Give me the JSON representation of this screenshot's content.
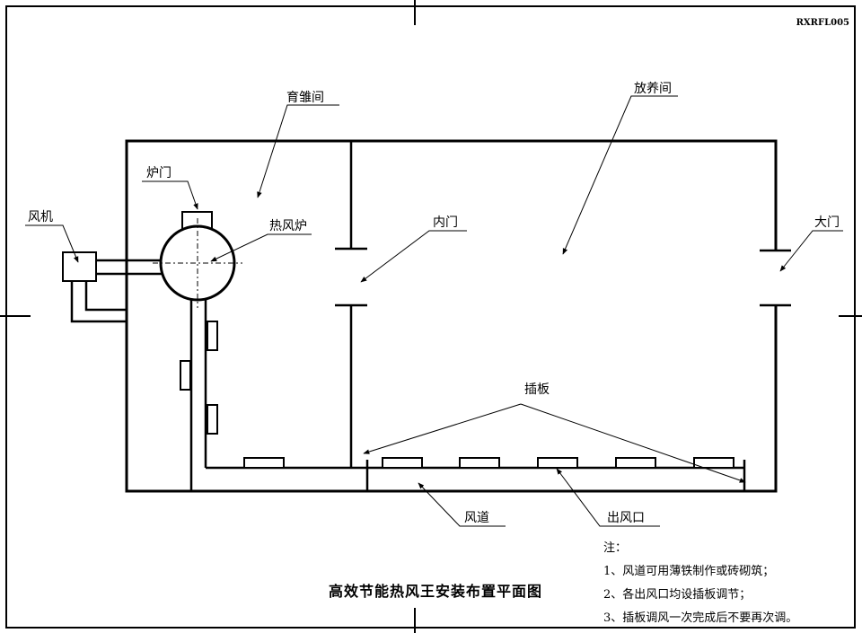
{
  "drawing_code": "RXRFL005",
  "title": "高效节能热风王安装布置平面图",
  "labels": {
    "brooding_room": "育雏间",
    "rearing_room": "放养间",
    "furnace_door": "炉门",
    "fan": "风机",
    "hot_air_furnace": "热风炉",
    "inner_door": "内门",
    "main_door": "大门",
    "damper": "插板",
    "air_duct": "风道",
    "air_outlet": "出风口"
  },
  "notes": {
    "heading": "注：",
    "items": [
      "1、风道可用薄铁制作或砖砌筑；",
      "2、各出风口均设插板调节；",
      "3、插板调风一次完成后不要再次调。"
    ]
  }
}
